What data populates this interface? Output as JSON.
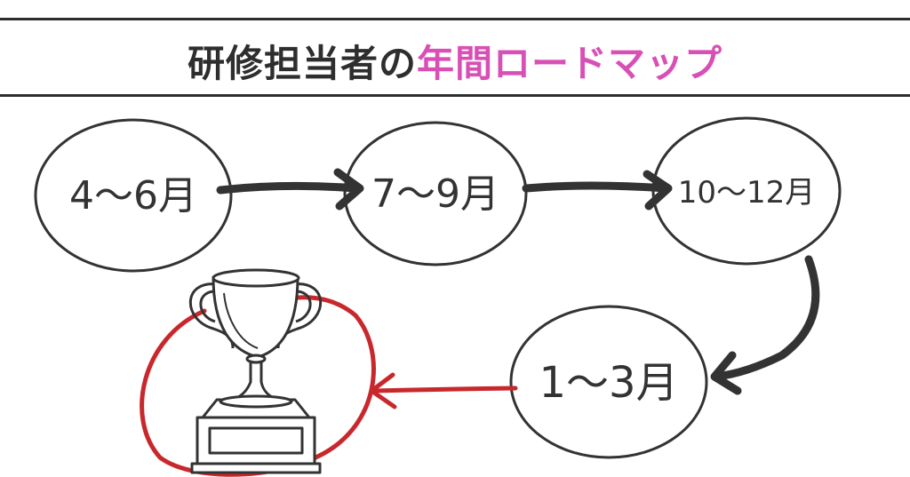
{
  "title": {
    "part1": "研修担当者の",
    "part2": "年間ロードマップ"
  },
  "colors": {
    "ink": "#333333",
    "title_accent": "#d84fb5",
    "highlight_red": "#c8282c",
    "background": "#ffffff"
  },
  "nodes": [
    {
      "label": "4〜6月"
    },
    {
      "label": "7〜9月"
    },
    {
      "label": "10〜12月"
    },
    {
      "label": "1〜3月"
    }
  ],
  "goal": {
    "icon": "trophy-icon"
  }
}
